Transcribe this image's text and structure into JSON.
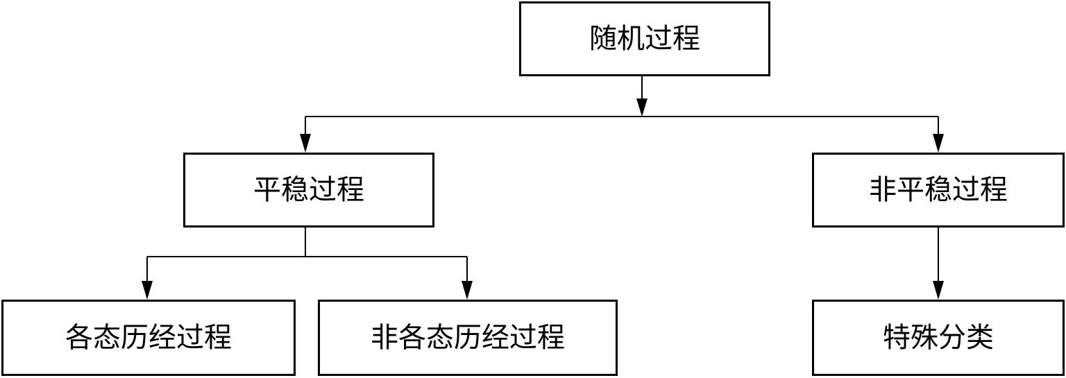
{
  "nodes": {
    "root": "随机过程",
    "stationary": "平稳过程",
    "non_stationary": "非平稳过程",
    "ergodic": "各态历经过程",
    "non_ergodic": "非各态历经过程",
    "special": "特殊分类"
  },
  "edges": [
    {
      "from": "root",
      "to": "stationary"
    },
    {
      "from": "root",
      "to": "non_stationary"
    },
    {
      "from": "stationary",
      "to": "ergodic"
    },
    {
      "from": "stationary",
      "to": "non_ergodic"
    },
    {
      "from": "non_stationary",
      "to": "special"
    }
  ],
  "colors": {
    "stroke": "#000000",
    "background": "#ffffff"
  }
}
